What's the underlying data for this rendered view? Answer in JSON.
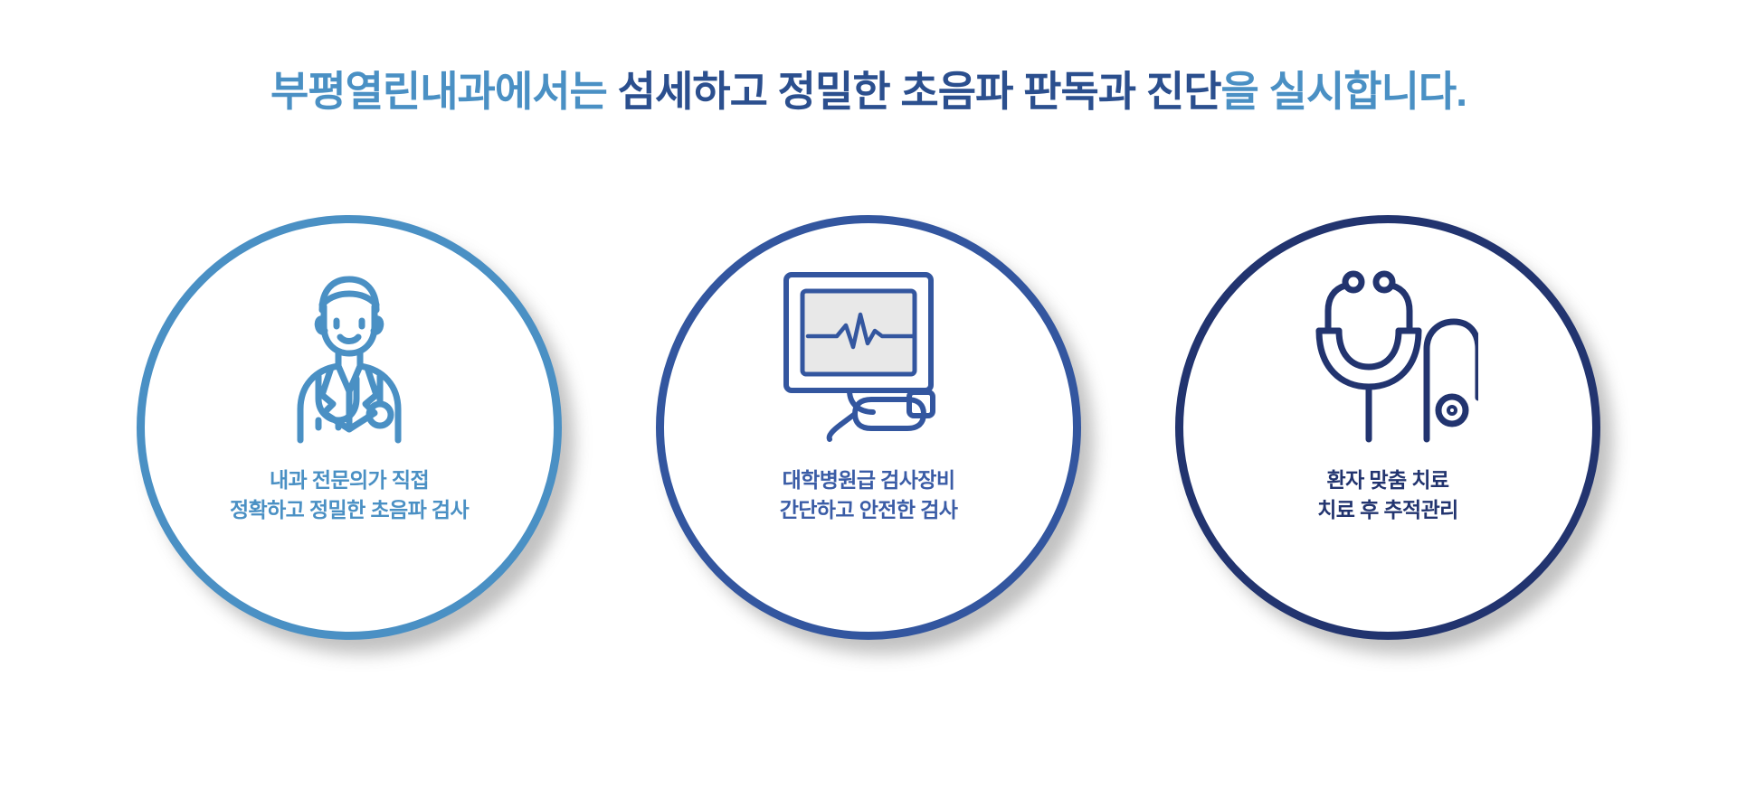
{
  "headline": {
    "segments": [
      {
        "text": "부평열린내과에서는 ",
        "tone": "light"
      },
      {
        "text": "섬세하고 정밀한 초음파 판독과 진단",
        "tone": "dark"
      },
      {
        "text": "을 실시합니다.",
        "tone": "light"
      }
    ],
    "full_text": "부평열린내과에서는 섬세하고 정밀한 초음파 판독과 진단을 실시합니다."
  },
  "colors": {
    "light_blue": "#4a90c4",
    "mid_blue": "#33569f",
    "navy": "#22346f",
    "headline_dark": "#2b4f8e",
    "screen_fill": "#e8e8e8",
    "background": "#ffffff",
    "shadow": "rgba(120,120,120,0.45)"
  },
  "cards": [
    {
      "id": "doctor",
      "icon_name": "doctor-with-stethoscope-icon",
      "border_color": "#4a90c4",
      "caption_color": "#4a90c4",
      "lines": [
        "내과 전문의가 직접",
        "정확하고 정밀한 초음파 검사"
      ]
    },
    {
      "id": "equipment",
      "icon_name": "ultrasound-machine-icon",
      "border_color": "#33569f",
      "caption_color": "#3a5ca6",
      "lines": [
        "대학병원급 검사장비",
        "간단하고 안전한 검사"
      ]
    },
    {
      "id": "care",
      "icon_name": "stethoscope-icon",
      "border_color": "#22346f",
      "caption_color": "#22346f",
      "lines": [
        "환자 맞춤 치료",
        "치료 후 추적관리"
      ]
    }
  ]
}
